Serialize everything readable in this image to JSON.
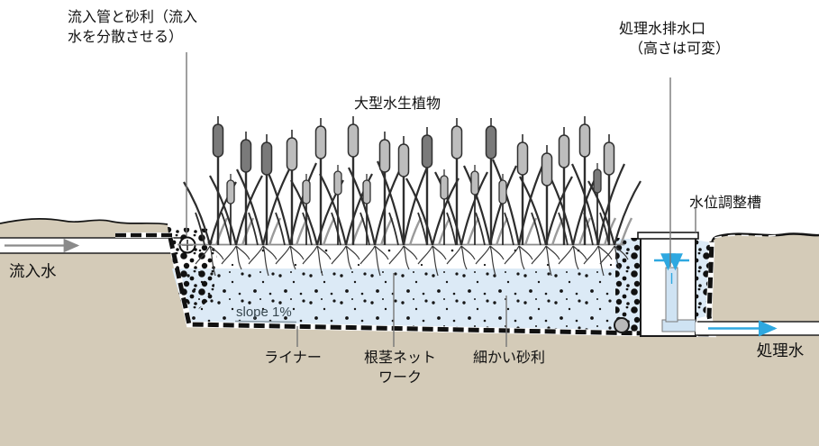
{
  "labels": {
    "inlet_pipe": {
      "line1": "流入管と砂利（流入",
      "line2": "水を分散させる）"
    },
    "aquatic_plants": "大型水生植物",
    "outlet_port": {
      "line1": "処理水排水口",
      "line2": "（高さは可変）"
    },
    "level_tank": "水位調整槽",
    "inflow_water": "流入水",
    "slope": "slope 1%",
    "liner": "ライナー",
    "rhizome_network": {
      "line1": "根茎ネット",
      "line2": "ワーク"
    },
    "fine_gravel": "細かい砂利",
    "treated_water": "処理水"
  },
  "colors": {
    "ground": "#d4cbb8",
    "water": "#dceaf6",
    "pipe_water": "#cfe3f3",
    "flow_arrow_blue": "#2ea8e0",
    "flow_arrow_gray": "#8a8a8a",
    "cattail_dark": "#7a7a7a",
    "cattail_light": "#bdbdbd"
  }
}
